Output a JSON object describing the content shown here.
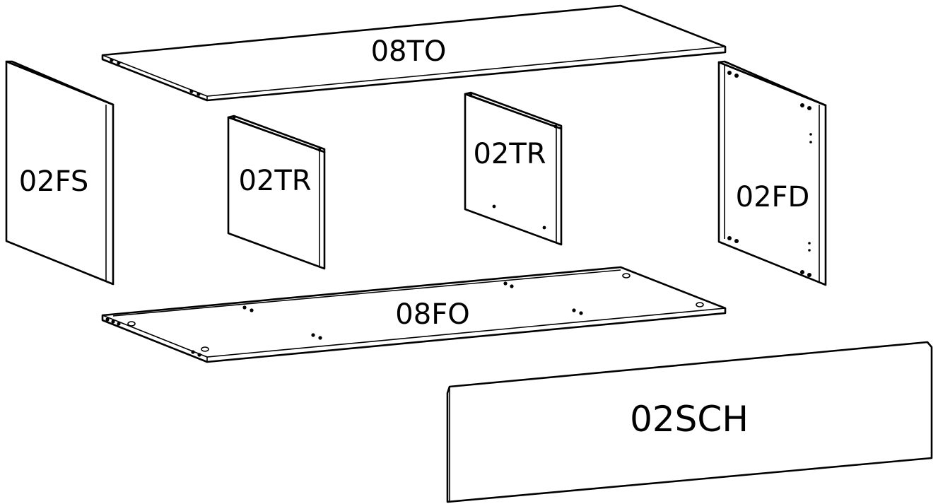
{
  "diagram": {
    "parts": {
      "top": {
        "code": "08TO"
      },
      "side_left": {
        "code": "02FS"
      },
      "partition_left": {
        "code": "02TR"
      },
      "partition_right": {
        "code": "02TR"
      },
      "side_right": {
        "code": "02FD"
      },
      "bottom": {
        "code": "08FO"
      },
      "plinth": {
        "code": "02SCH"
      }
    },
    "colors": {
      "line": "#000000",
      "panel": "#ffffff"
    }
  }
}
